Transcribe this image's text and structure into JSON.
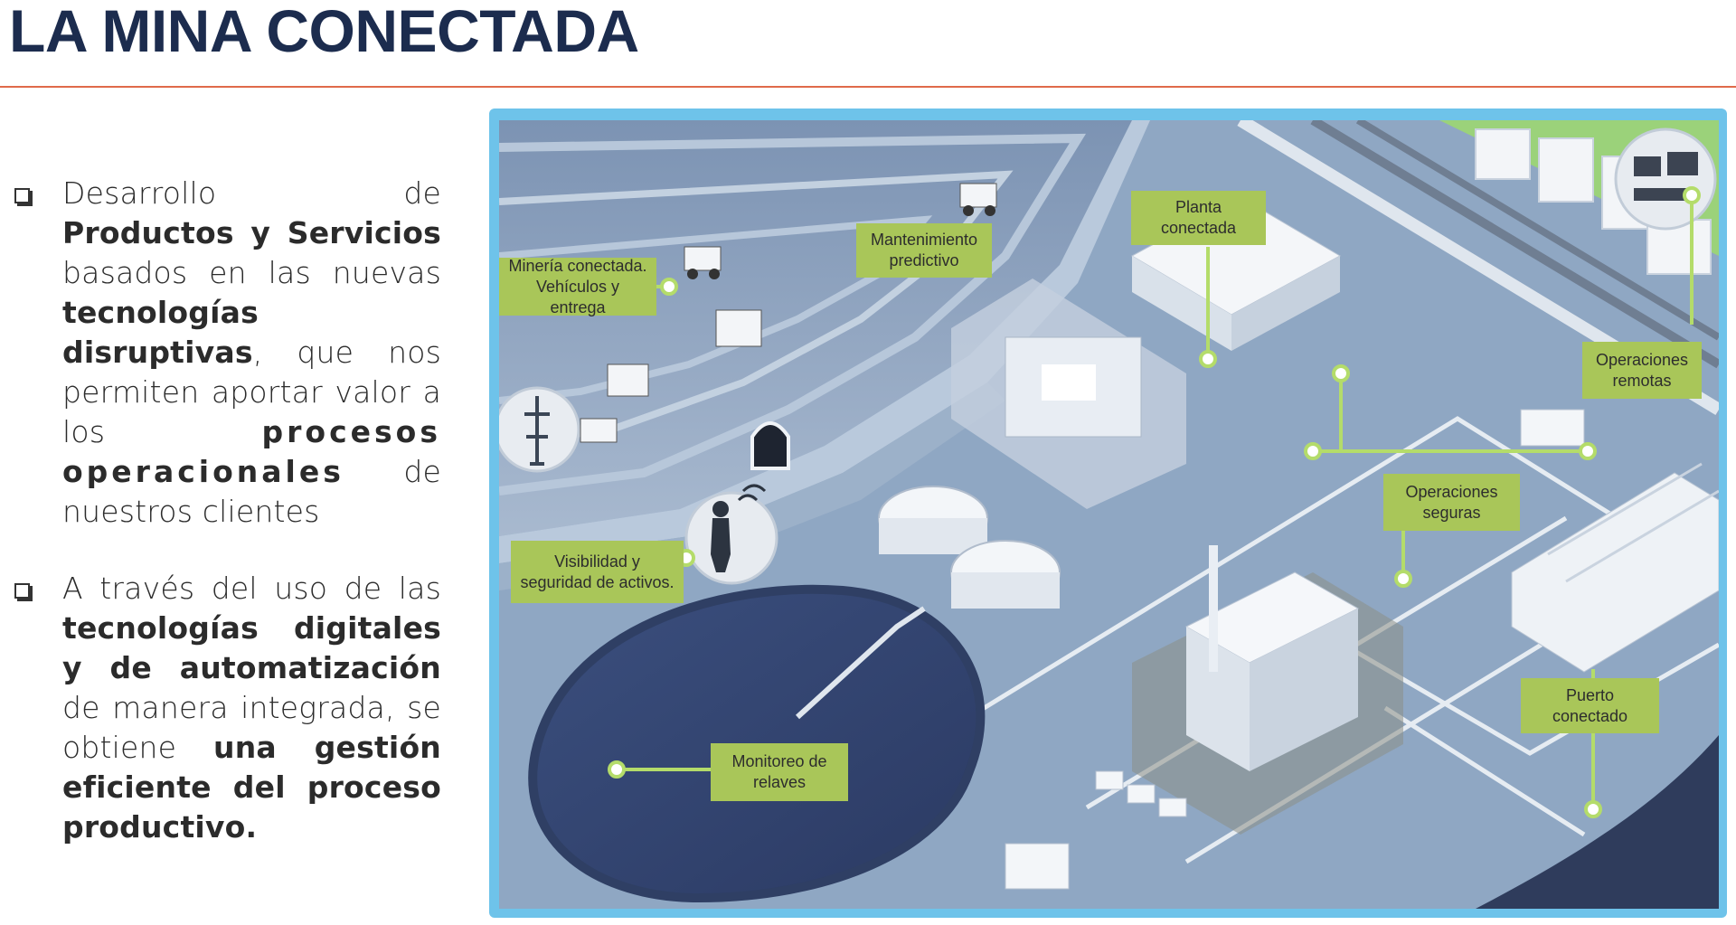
{
  "title": "LA MINA CONECTADA",
  "colors": {
    "title": "#1c2c4e",
    "rule": "#e06a4a",
    "frame": "#6ec3ea",
    "label_bg": "#a9c659",
    "connector": "#b4dc6a"
  },
  "bullets": [
    {
      "p1": "Desarrollo de ",
      "b1": "Productos y Servicios",
      "p2": " basados en las nuevas ",
      "b2": "tecnologías disruptivas",
      "p3": ", que nos permiten aportar valor a los ",
      "b3": "procesos operacionales",
      "p4": " de nuestros clientes"
    },
    {
      "p1": " A través del uso de las ",
      "b1": "tecnologías digitales y de automatización",
      "p2": " de manera integrada, se obtiene ",
      "b2": "una gestión eficiente del proceso productivo."
    }
  ],
  "diagram": {
    "labels": {
      "mineria": "Minería conectada. Vehículos y entrega",
      "mantenimiento": "Mantenimiento predictivo",
      "planta": "Planta conectada",
      "operaciones_remotas": "Operaciones remotas",
      "operaciones_seguras": "Operaciones seguras",
      "visibilidad": "Visibilidad y seguridad de activos.",
      "monitoreo": "Monitoreo de relaves",
      "puerto": "Puerto conectado"
    }
  }
}
